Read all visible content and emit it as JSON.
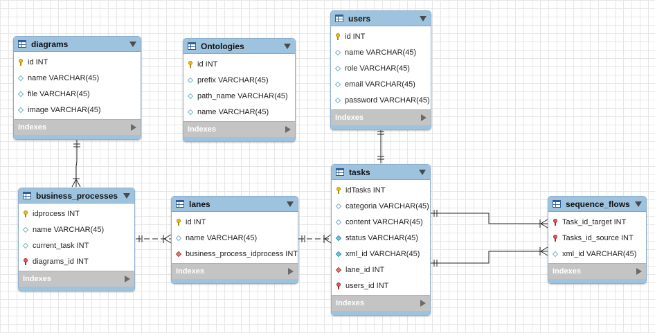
{
  "tables": {
    "diagrams": {
      "name": "diagrams",
      "columns": [
        {
          "label": "id INT",
          "key": "pk"
        },
        {
          "label": "name VARCHAR(45)",
          "key": "col"
        },
        {
          "label": "file VARCHAR(45)",
          "key": "col"
        },
        {
          "label": "image VARCHAR(45)",
          "key": "col"
        }
      ],
      "indexes": "Indexes"
    },
    "ontologies": {
      "name": "Ontologies",
      "columns": [
        {
          "label": "id INT",
          "key": "pk"
        },
        {
          "label": "prefix VARCHAR(45)",
          "key": "col"
        },
        {
          "label": "path_name VARCHAR(45)",
          "key": "col"
        },
        {
          "label": "name VARCHAR(45)",
          "key": "col"
        }
      ],
      "indexes": "Indexes"
    },
    "users": {
      "name": "users",
      "columns": [
        {
          "label": "id INT",
          "key": "pk"
        },
        {
          "label": "name VARCHAR(45)",
          "key": "col"
        },
        {
          "label": "role VARCHAR(45)",
          "key": "col"
        },
        {
          "label": "email VARCHAR(45)",
          "key": "col"
        },
        {
          "label": "password VARCHAR(45)",
          "key": "col"
        }
      ],
      "indexes": "Indexes"
    },
    "business_processes": {
      "name": "business_processes",
      "columns": [
        {
          "label": "idprocess INT",
          "key": "pk"
        },
        {
          "label": "name VARCHAR(45)",
          "key": "col"
        },
        {
          "label": "current_task INT",
          "key": "col"
        },
        {
          "label": "diagrams_id INT",
          "key": "fk"
        }
      ],
      "indexes": "Indexes"
    },
    "lanes": {
      "name": "lanes",
      "columns": [
        {
          "label": "id INT",
          "key": "pk"
        },
        {
          "label": "name VARCHAR(45)",
          "key": "col"
        },
        {
          "label": "business_process_idprocess INT",
          "key": "fkd"
        }
      ],
      "indexes": "Indexes"
    },
    "tasks": {
      "name": "tasks",
      "columns": [
        {
          "label": "idTasks INT",
          "key": "pk"
        },
        {
          "label": "categoria VARCHAR(45)",
          "key": "col"
        },
        {
          "label": "content VARCHAR(45)",
          "key": "col"
        },
        {
          "label": "status VARCHAR(45)",
          "key": "nn"
        },
        {
          "label": "xml_id VARCHAR(45)",
          "key": "nn"
        },
        {
          "label": "lane_id INT",
          "key": "fkd"
        },
        {
          "label": "users_id INT",
          "key": "fk"
        }
      ],
      "indexes": "Indexes"
    },
    "sequence_flows": {
      "name": "sequence_flows",
      "columns": [
        {
          "label": "Task_id_target INT",
          "key": "fk"
        },
        {
          "label": "Tasks_id_source INT",
          "key": "fk"
        },
        {
          "label": "xml_id VARCHAR(45)",
          "key": "col"
        }
      ],
      "indexes": "Indexes"
    }
  },
  "relationships": [
    {
      "from": "diagrams",
      "to": "business_processes",
      "style": "identifying",
      "from_card": "one",
      "to_card": "many"
    },
    {
      "from": "business_processes",
      "to": "lanes",
      "style": "non-identifying",
      "from_card": "one",
      "to_card": "many"
    },
    {
      "from": "lanes",
      "to": "tasks",
      "style": "non-identifying",
      "from_card": "one",
      "to_card": "many"
    },
    {
      "from": "users",
      "to": "tasks",
      "style": "identifying",
      "from_card": "one",
      "to_card": "one"
    },
    {
      "from": "tasks",
      "to": "sequence_flows",
      "style": "identifying",
      "from_card": "one",
      "to_card": "many"
    },
    {
      "from": "tasks",
      "to": "sequence_flows",
      "style": "identifying",
      "from_card": "one",
      "to_card": "many"
    }
  ],
  "colors": {
    "header": "#9ec3df",
    "indexes_bar": "#c4c4c4",
    "grid": "#e6e6e6",
    "connector": "#222222"
  }
}
